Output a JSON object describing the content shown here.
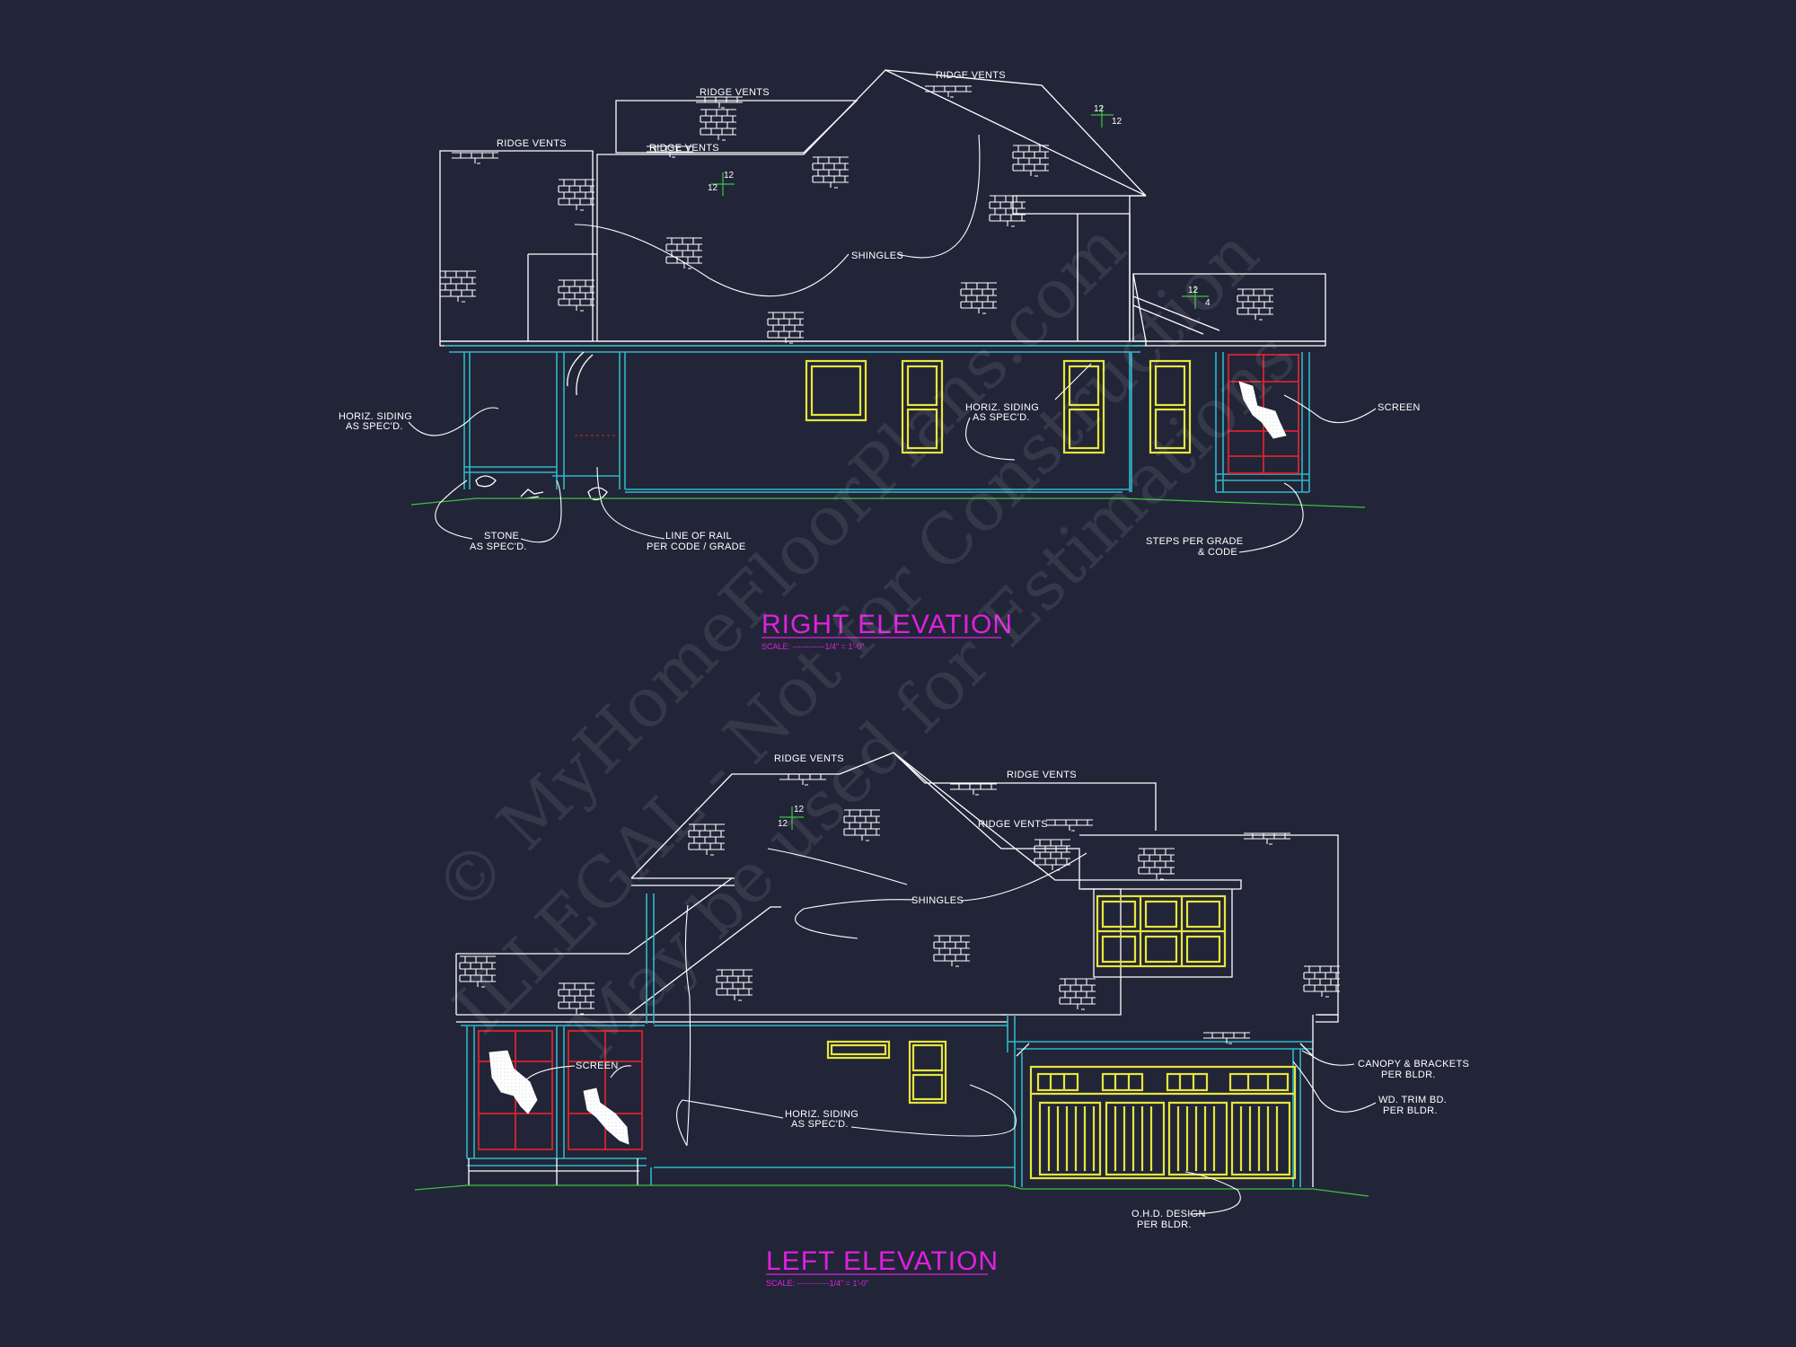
{
  "watermark": {
    "line1": "© MyHomeFloorPlans.com",
    "line2": "ILLEGAL - Not for Construction",
    "line3": "May be used for Estimations"
  },
  "right_elevation": {
    "title": "RIGHT ELEVATION",
    "scale": "SCALE: ------------1/4\" = 1'-0\"",
    "labels": {
      "ridge_vents_1": "RIDGE VENTS",
      "ridge_vents_2": "RIDGE VENTS",
      "ridge_vents_3": "RIDGE VENTS",
      "ridge_vents_4": "RIDGE VENTS",
      "shingles": "SHINGLES",
      "horiz_siding_left_1": "HORIZ. SIDING",
      "horiz_siding_left_2": "AS SPEC'D.",
      "horiz_siding_mid_1": "HORIZ. SIDING",
      "horiz_siding_mid_2": "AS SPEC'D.",
      "screen": "SCREEN",
      "stone_1": "STONE",
      "stone_2": "AS SPEC'D.",
      "rail_1": "LINE OF RAIL",
      "rail_2": "PER CODE / GRADE",
      "steps_1": "STEPS PER GRADE",
      "steps_2": "& CODE"
    },
    "pitches": {
      "p1_rise": "12",
      "p1_run": "12",
      "p2_rise": "12",
      "p2_run": "12",
      "p3_rise": "12",
      "p3_run": "4"
    }
  },
  "left_elevation": {
    "title": "LEFT ELEVATION",
    "scale": "SCALE: ------------1/4\" = 1'-0\"",
    "labels": {
      "ridge_vents_1": "RIDGE VENTS",
      "ridge_vents_2": "RIDGE VENTS",
      "ridge_vents_3": "RIDGE VENTS",
      "shingles": "SHINGLES",
      "screen": "SCREEN",
      "horiz_siding_1": "HORIZ. SIDING",
      "horiz_siding_2": "AS SPEC'D.",
      "canopy_1": "CANOPY & BRACKETS",
      "canopy_2": "PER BLDR.",
      "trim_1": "WD. TRIM BD.",
      "trim_2": "PER BLDR.",
      "ohd_1": "O.H.D. DESIGN",
      "ohd_2": "PER BLDR."
    },
    "pitches": {
      "p1_rise": "12",
      "p1_run": "12"
    }
  },
  "colors": {
    "background": "#222538",
    "linework": "#ffffff",
    "wall_trim": "#2fb8c6",
    "windows": "#e6e63a",
    "screen_porch": "#d8232e",
    "titles": "#e020e0",
    "grade": "#3ec43e"
  }
}
